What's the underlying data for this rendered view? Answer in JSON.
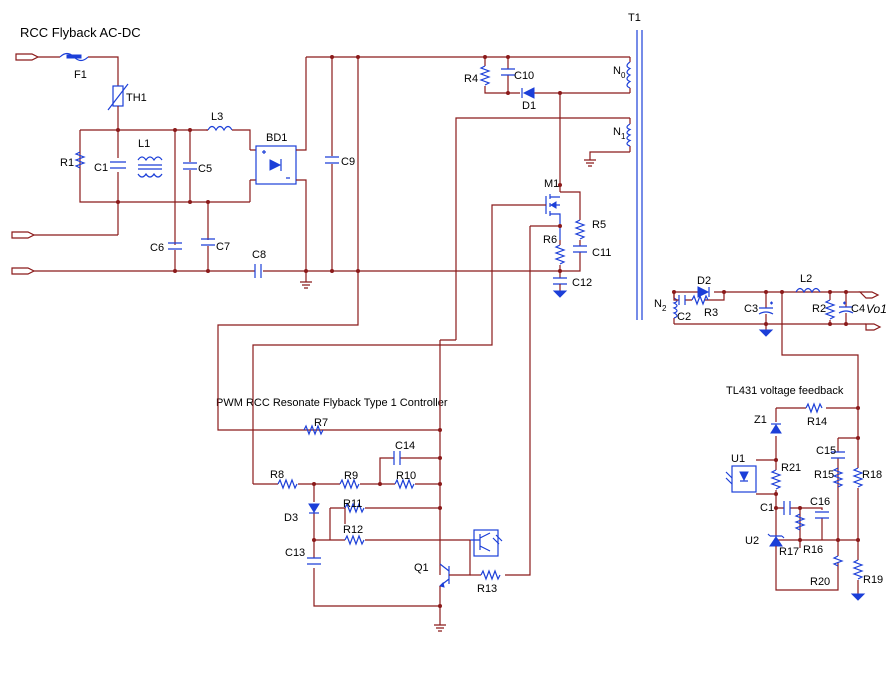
{
  "title": "RCC Flyback AC-DC",
  "controller_heading": "PWM RCC Resonate Flyback Type 1 Controller",
  "feedback_heading": "TL431 voltage feedback",
  "output_label": "Vo1",
  "components": {
    "F1": "F1",
    "TH1": "TH1",
    "R1": "R1",
    "C1": "C1",
    "L1": "L1",
    "L3": "L3",
    "C5": "C5",
    "BD1": "BD1",
    "C6": "C6",
    "C7": "C7",
    "C8": "C8",
    "C9": "C9",
    "R4": "R4",
    "C10": "C10",
    "D1": "D1",
    "T1": "T1",
    "N0": "N",
    "N0s": "0",
    "N1": "N",
    "N1s": "1",
    "N2": "N",
    "N2s": "2",
    "M1": "M1",
    "R5": "R5",
    "R6": "R6",
    "C11": "C11",
    "C12": "C12",
    "D2": "D2",
    "C2": "C2",
    "R3": "R3",
    "C3": "C3",
    "L2": "L2",
    "R2": "R2",
    "C4": "C4",
    "R7": "R7",
    "C14": "C14",
    "R8": "R8",
    "R9": "R9",
    "R10": "R10",
    "R11": "R11",
    "R12": "R12",
    "D3": "D3",
    "C13": "C13",
    "Q1": "Q1",
    "R13": "R13",
    "Z1": "Z1",
    "R14": "R14",
    "U1": "U1",
    "R21": "R21",
    "C15": "C15",
    "R15": "R15",
    "R18": "R18",
    "C1b": "C1",
    "C16": "C16",
    "U2": "U2",
    "R17": "R17",
    "R16": "R16",
    "R20": "R20",
    "R19": "R19"
  },
  "colors": {
    "wire": "#8b1a1a",
    "component": "#1c3fd8",
    "text": "#000000"
  }
}
